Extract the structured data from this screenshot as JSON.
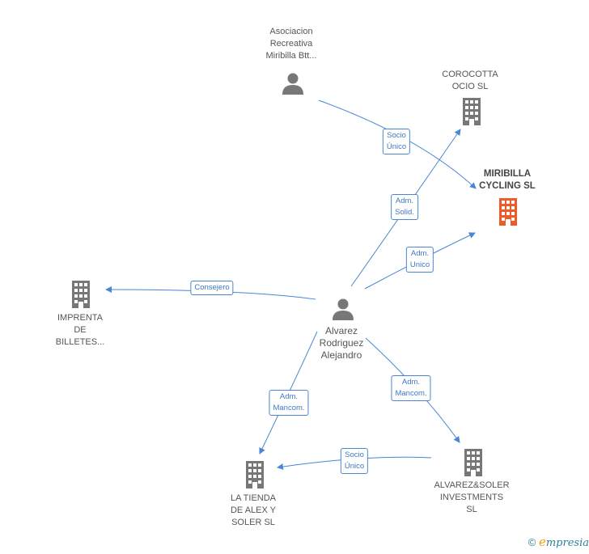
{
  "nodes": {
    "asociacion": {
      "lines": [
        "Asociacion",
        "Recreativa",
        "Miribilla Btt..."
      ]
    },
    "corocotta": {
      "lines": [
        "COROCOTTA",
        "OCIO  SL"
      ]
    },
    "miribilla": {
      "lines": [
        "MIRIBILLA",
        "CYCLING  SL"
      ]
    },
    "imprenta": {
      "lines": [
        "IMPRENTA",
        "DE",
        "BILLETES..."
      ]
    },
    "alvarez_person": {
      "lines": [
        "Alvarez",
        "Rodriguez",
        "Alejandro"
      ]
    },
    "la_tienda": {
      "lines": [
        "LA TIENDA",
        "DE ALEX Y",
        "SOLER SL"
      ]
    },
    "alvarez_soler": {
      "lines": [
        "ALVAREZ&SOLER",
        "INVESTMENTS",
        "SL"
      ]
    }
  },
  "edges": {
    "socio_unico_miribilla": [
      "Socio",
      "Único"
    ],
    "adm_solid": [
      "Adm.",
      "Solid."
    ],
    "adm_unico": [
      "Adm.",
      "Unico"
    ],
    "consejero": [
      "Consejero"
    ],
    "adm_mancom_tienda": [
      "Adm.",
      "Mancom."
    ],
    "adm_mancom_soler": [
      "Adm.",
      "Mancom."
    ],
    "socio_unico_tienda": [
      "Socio",
      "Único"
    ]
  },
  "colors": {
    "edge": "#4a86d4",
    "node_gray": "#777777",
    "node_main": "#f05a28"
  },
  "footer": {
    "copyright": "©",
    "brand_initial": "e",
    "brand_rest": "mpresia"
  }
}
